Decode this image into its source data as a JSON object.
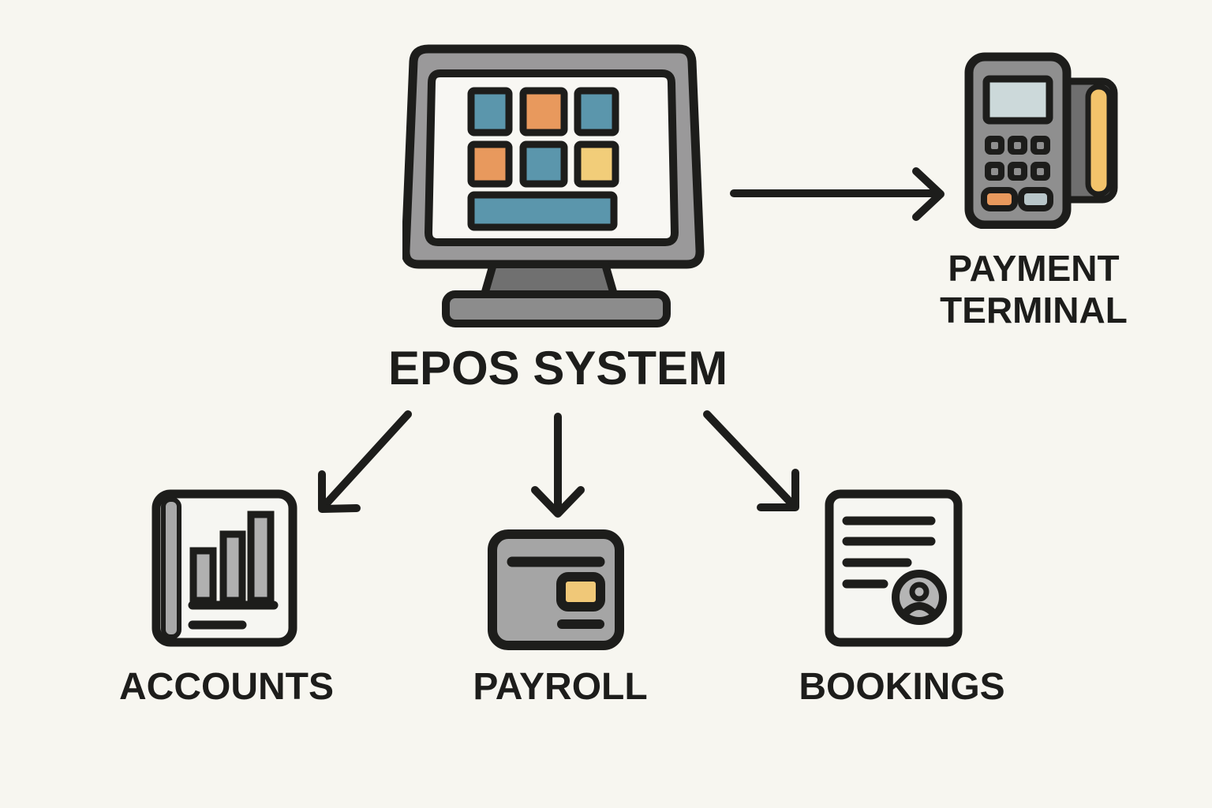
{
  "palette": {
    "background": "#f7f6f0",
    "outline": "#1d1d1b",
    "teal": "#5b96ac",
    "orange": "#e8995d",
    "yellow": "#f2cd79",
    "monitor_bezel_gray": "#9a999a",
    "monitor_stand_gray": "#707070",
    "monitor_base_gray": "#8c8c8c",
    "screen_white": "#f8f7f3",
    "terminal_body_gray": "#8f8f8f",
    "terminal_screen_blue_gray": "#ccd9da",
    "terminal_key_blue_gray": "#b8c6c9",
    "card_dark_gray": "#6f6f6f",
    "card_stripe_yellow": "#f3c36b",
    "payroll_card_gray": "#a5a5a5",
    "chip_yellow": "#f0c878",
    "book_spine_gray": "#a8a8a8",
    "bar_fill_gray": "#b0b0b0",
    "avatar_fill_gray": "#b5b5b5"
  },
  "diagram": {
    "nodes": [
      {
        "id": "epos",
        "label": "EPOS SYSTEM",
        "icon": "pos-monitor-icon",
        "screen_tiles": [
          [
            "teal",
            "orange",
            "teal"
          ],
          [
            "orange",
            "teal",
            "yellow"
          ]
        ],
        "screen_bottom_bar": "teal"
      },
      {
        "id": "payment-terminal",
        "label": "PAYMENT TERMINAL",
        "label_lines": [
          "PAYMENT",
          "TERMINAL"
        ],
        "icon": "payment-terminal-icon"
      },
      {
        "id": "accounts",
        "label": "ACCOUNTS",
        "icon": "accounts-report-icon"
      },
      {
        "id": "payroll",
        "label": "PAYROLL",
        "icon": "payroll-card-icon"
      },
      {
        "id": "bookings",
        "label": "BOOKINGS",
        "icon": "bookings-document-icon"
      }
    ],
    "edges": [
      {
        "from": "epos",
        "to": "payment-terminal",
        "style": "arrow-right"
      },
      {
        "from": "epos",
        "to": "accounts",
        "style": "arrow-down-left"
      },
      {
        "from": "epos",
        "to": "payroll",
        "style": "arrow-down"
      },
      {
        "from": "epos",
        "to": "bookings",
        "style": "arrow-down-right"
      }
    ]
  }
}
